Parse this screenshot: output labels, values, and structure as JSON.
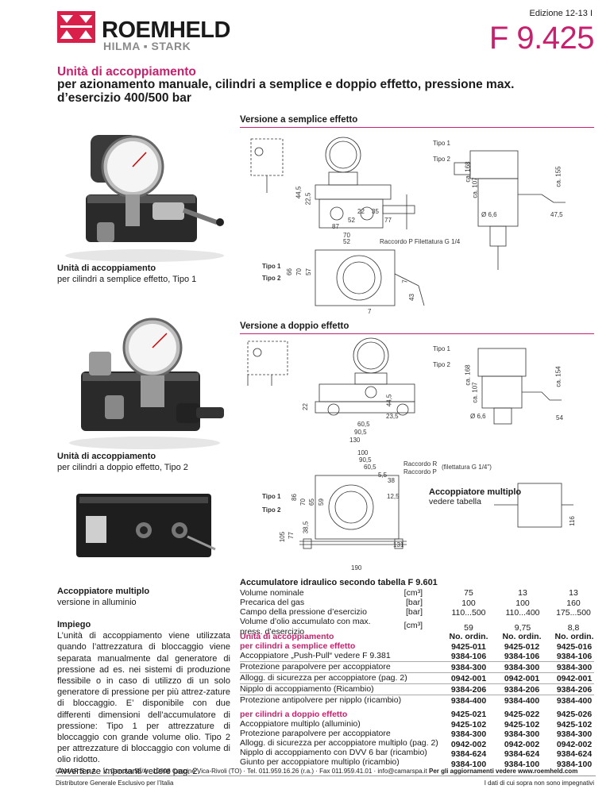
{
  "header": {
    "brand": "ROEMHELD",
    "subbrand": "HILMA ▪ STARK",
    "edition": "Edizione 12-13 I",
    "doc_number": "F 9.425"
  },
  "title": "Unità di accoppiamento",
  "subtitle": "per azionamento manuale, cilindri a semplice e doppio effetto, pressione max. d’esercizio 400/500 bar",
  "section_single": {
    "heading": "Versione a semplice effetto",
    "tipo1": "Tipo 1",
    "tipo2": "Tipo 2",
    "caption_title": "Unità di accoppiamento",
    "caption_text": "per cilindri a semplice effetto, Tipo 1",
    "dims": [
      "ca. 168",
      "ca. 107",
      "ca. 155",
      "44,5",
      "22,5",
      "22",
      "35",
      "52",
      "77",
      "87",
      "Ø 6,6",
      "47,5",
      "70",
      "52",
      "66",
      "70",
      "57",
      "7",
      "43",
      "7"
    ],
    "raccordo": "Raccordo P  Filettatura G 1/4"
  },
  "section_double": {
    "heading": "Versione a doppio effetto",
    "tipo1": "Tipo 1",
    "tipo2": "Tipo 2",
    "caption_title": "Unità di accoppiamento",
    "caption_text": "per cilindri a doppio effetto, Tipo 2",
    "dims": [
      "ca. 168",
      "ca. 107",
      "ca. 154",
      "22",
      "44,5",
      "23,5",
      "Ø 6,6",
      "54",
      "60,5",
      "90,5",
      "130",
      "100",
      "90,5",
      "60,5",
      "5,5",
      "38",
      "12,5",
      "86",
      "70",
      "65",
      "59",
      "38,5",
      "77",
      "105",
      "131",
      "190",
      "116"
    ],
    "raccordo_r": "Raccordo R",
    "raccordo_p": "Raccordo P",
    "filettatura": "(filettatura G 1/4\")",
    "accoppiatore_title": "Accoppiatore multiplo",
    "accoppiatore_text": "vedere tabella"
  },
  "multi_coupler": {
    "caption_title": "Accoppiatore multiplo",
    "caption_text": "versione in alluminio"
  },
  "impiego": {
    "title": "Impiego",
    "text": "L’unità di accoppiamento viene utilizzata quando l’attrezzatura di bloccaggio viene separata manualmente dal generatore di pressione ad es. nei sistemi di produzione flessibile o in caso di utilizzo di un solo generatore di pressione per più attrez-zature di bloccaggio. E’ disponibile con due differenti dimensioni dell’accumulatore di pressione: Tipo 1 per attrezzature di bloccaggio con grande volume olio. Tipo 2 per attrezzature di bloccaggio con volume di olio ridotto.",
    "note": "Avvertenze importanti vedere pag. 2."
  },
  "table": {
    "title": "Accumulatore idraulico secondo tabella F 9.601",
    "spec_rows": [
      {
        "label": "Volume nominale",
        "unit": "[cm³]",
        "values": [
          "75",
          "13",
          "13"
        ]
      },
      {
        "label": "Precarica del gas",
        "unit": "[bar]",
        "values": [
          "100",
          "100",
          "160"
        ]
      },
      {
        "label": "Campo della pressione d’esercizio",
        "unit": "[bar]",
        "values": [
          "110...500",
          "110...400",
          "175...500"
        ]
      },
      {
        "label": "Volume d’olio accumulato con max. press. d’esercizio",
        "unit": "[cm³]",
        "values": [
          "59",
          "9,75",
          "8,8"
        ]
      }
    ],
    "order_header": "No. ordin.",
    "single_group": {
      "title1": "Unità di accoppiamento",
      "title2": "per cilindri a semplice effetto",
      "codes": [
        "9425-011",
        "9425-012",
        "9425-016"
      ],
      "rows": [
        {
          "label": "Accoppiatore „Push-Pull“ vedere F 9.381",
          "values": [
            "9384-106",
            "9384-106",
            "9384-106"
          ]
        },
        {
          "label": "Protezione parapolvere per accoppiatore",
          "values": [
            "9384-300",
            "9384-300",
            "9384-300"
          ]
        },
        {
          "label": "Allogg. di sicurezza per accoppiatore (pag. 2)",
          "values": [
            "0942-001",
            "0942-001",
            "0942-001"
          ]
        },
        {
          "label": "Nipplo di accoppiamento (Ricambio)",
          "values": [
            "9384-206",
            "9384-206",
            "9384-206"
          ]
        },
        {
          "label": "Protezione antipolvere per nipplo (ricambio)",
          "values": [
            "9384-400",
            "9384-400",
            "9384-400"
          ]
        }
      ]
    },
    "double_group": {
      "title": "per cilindri a doppio effetto",
      "codes": [
        "9425-021",
        "9425-022",
        "9425-026"
      ],
      "rows": [
        {
          "label": "Accoppiatore multiplo (alluminio)",
          "values": [
            "9425-102",
            "9425-102",
            "9425-102"
          ]
        },
        {
          "label": "Protezione parapolvere per accoppiatore",
          "values": [
            "9384-300",
            "9384-300",
            "9384-300"
          ]
        },
        {
          "label": "Allogg. di sicurezza per accoppiatore multiplo (pag. 2)",
          "values": [
            "0942-002",
            "0942-002",
            "0942-002"
          ]
        },
        {
          "label": "Nipplo di accoppiamento con DVV 6 bar (ricambio)",
          "values": [
            "9384-624",
            "9384-624",
            "9384-624"
          ]
        },
        {
          "label": "Giunto per accoppiatore multiplo (ricambio)",
          "values": [
            "9384-100",
            "9384-100",
            "9384-100"
          ]
        }
      ]
    }
  },
  "footer": {
    "address": "CAMAR S.p.A. · V. Genova 58/A - 10098 Cascine Vica-Rivoli (TO) · Tel. 011.959.16.26 (r.a.) · Fax 011.959.41.01 · info@camarspa.it",
    "updates": "Per gli aggiornamenti vedere www.roemheld.com",
    "distributor": "Distributore Generale Esclusivo per l’Italia",
    "disclaimer": "I dati di cui sopra non sono impegnativi"
  },
  "colors": {
    "accent": "#c8206e",
    "logo_red": "#d8204a",
    "text": "#1a1a1a"
  }
}
